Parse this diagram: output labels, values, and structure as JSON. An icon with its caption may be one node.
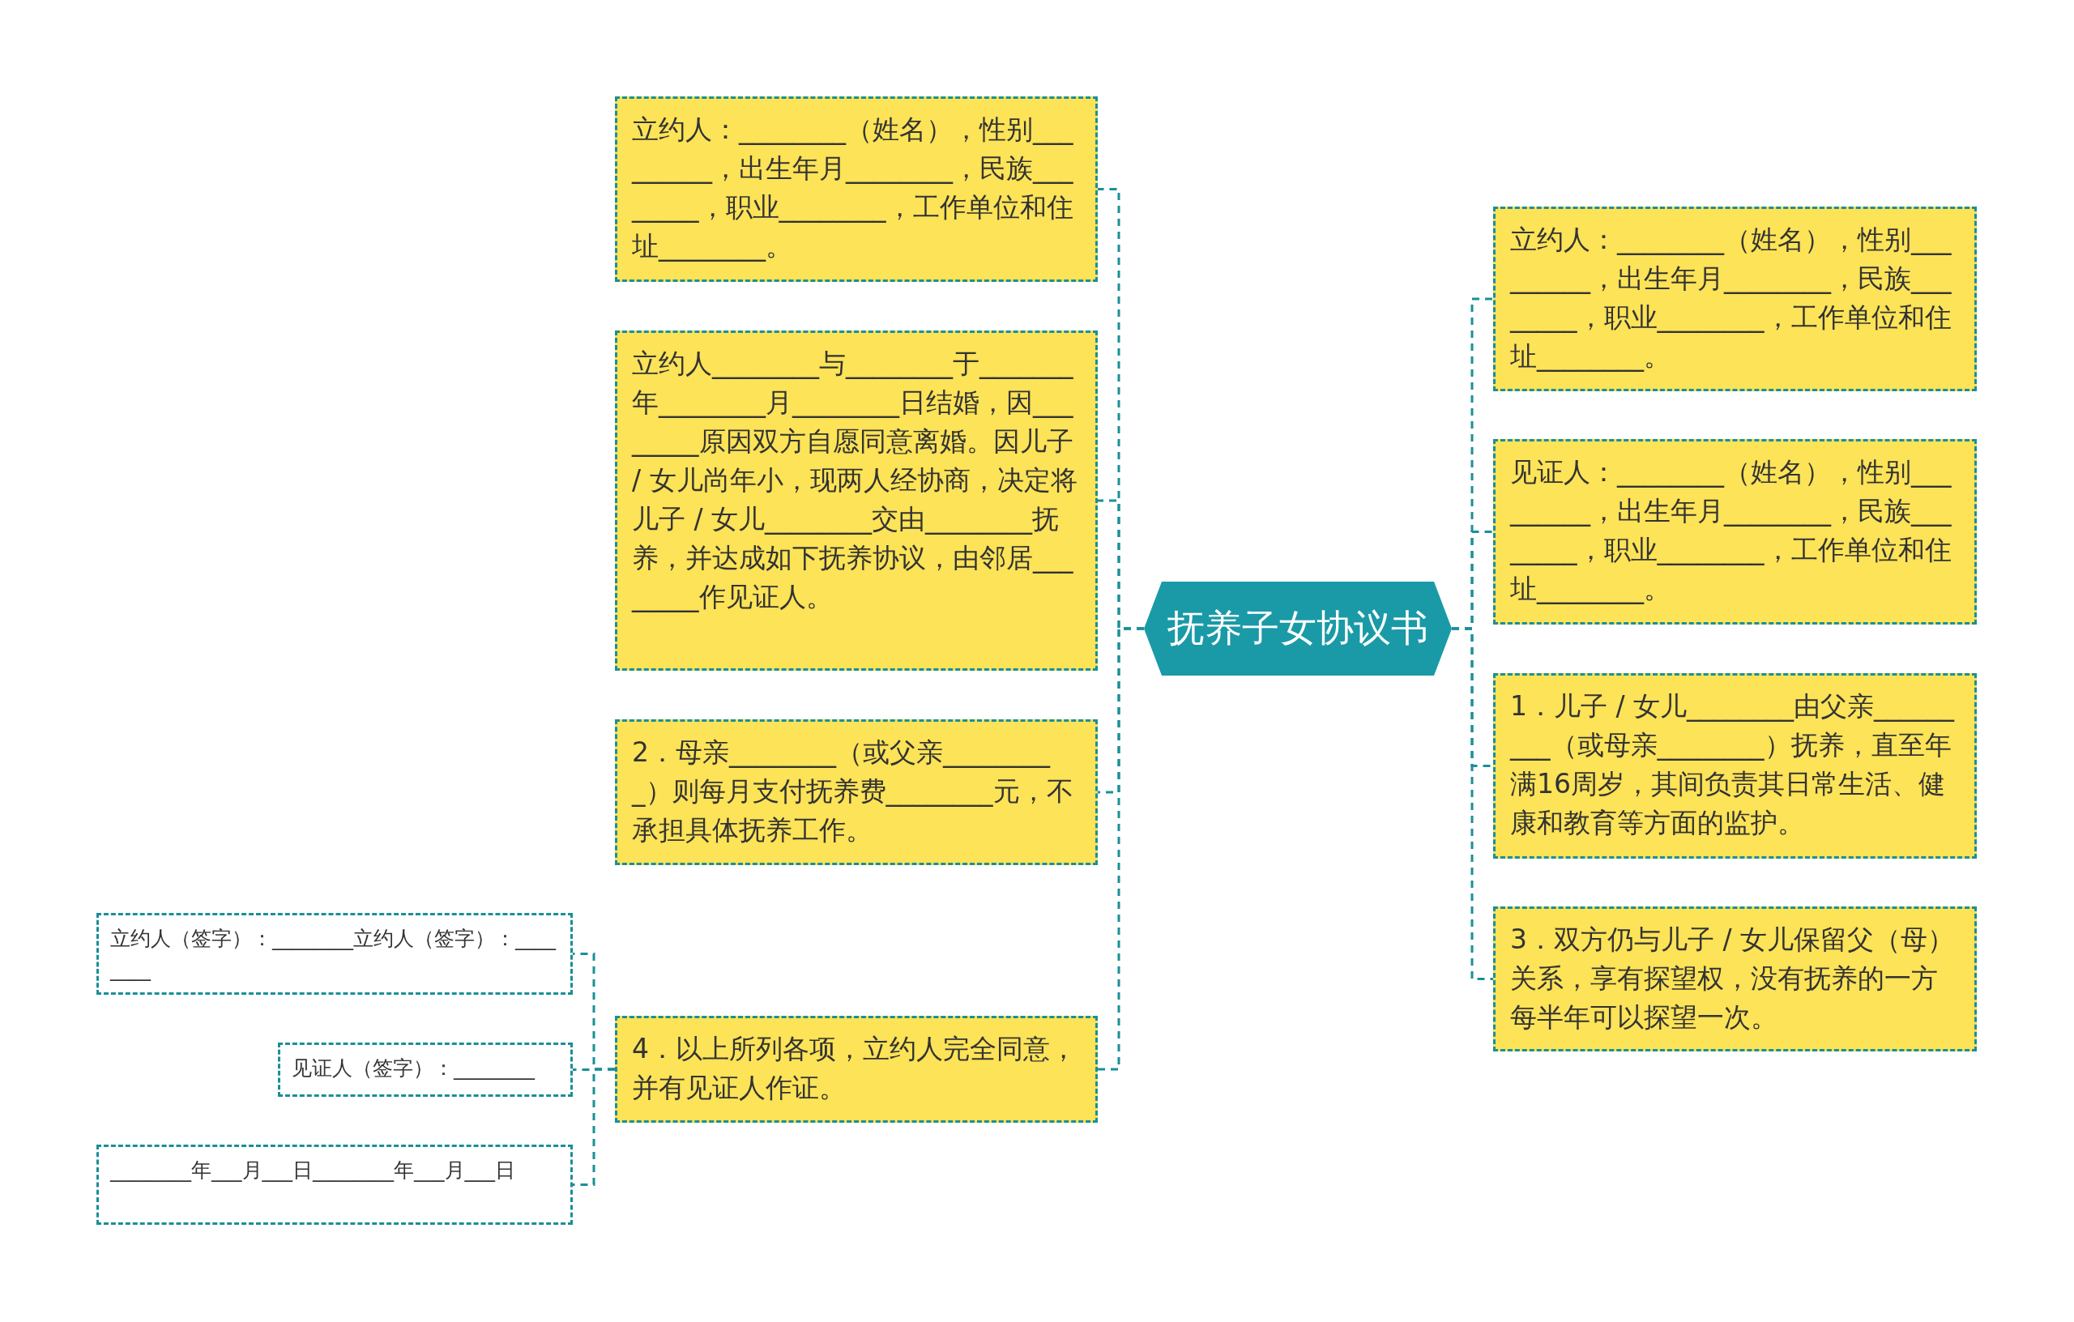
{
  "diagram": {
    "nodes": [
      {
        "text": [
          "抚养子女协议书"
        ]
      },
      {
        "text": [
          "立约人：________（姓名），性别_________，出生年月________，民族________，职业________，工作单位和住址________。"
        ]
      },
      {
        "text": [
          "立约人________与________于_______年________月________日结婚，因________原因双方自愿同意离婚。因儿子 / 女儿尚年小，现两人经协商，决定将儿子 / 女儿________交由________抚养，并达成如下抚养协议，由邻居________作见证人。"
        ]
      },
      {
        "text": [
          "2．母亲________（或父亲_________）则每月支付抚养费________元，不承担具体抚养工作。"
        ]
      },
      {
        "text": [
          "4．以上所列各项，立约人完全同意，并有见证人作证。"
        ]
      },
      {
        "text": [
          "立约人：________（姓名），性别_________，出生年月________，民族________，职业________，工作单位和住址________。"
        ]
      },
      {
        "text": [
          "见证人：________（姓名），性别_________，出生年月________，民族________，职业________，工作单位和住址________。"
        ]
      },
      {
        "text": [
          "1．儿子 / 女儿________由父亲_________（或母亲________）抚养，直至年满16周岁，其间负责其日常生活、健康和教育等方面的监护。"
        ]
      },
      {
        "text": [
          "3．双方仍与儿子 / 女儿保留父（母）关系，享有探望权，没有抚养的一方每半年可以探望一次。"
        ]
      },
      {
        "text": [
          "立约人（签字）：________立约人（签字）：________"
        ]
      },
      {
        "text": [
          "见证人（签字）：________"
        ]
      },
      {
        "text": [
          "________年___月___日________年___月___日"
        ]
      }
    ],
    "edges": [
      {
        "from": 0,
        "to": 1,
        "arrow": "none"
      },
      {
        "from": 0,
        "to": 2,
        "arrow": "none"
      },
      {
        "from": 0,
        "to": 3,
        "arrow": "none"
      },
      {
        "from": 0,
        "to": 4,
        "arrow": "none"
      },
      {
        "from": 0,
        "to": 5,
        "arrow": "none"
      },
      {
        "from": 0,
        "to": 6,
        "arrow": "none"
      },
      {
        "from": 0,
        "to": 7,
        "arrow": "none"
      },
      {
        "from": 0,
        "to": 8,
        "arrow": "none"
      },
      {
        "from": 4,
        "to": 9,
        "arrow": "none"
      },
      {
        "from": 4,
        "to": 10,
        "arrow": "none"
      },
      {
        "from": 4,
        "to": 11,
        "arrow": "none"
      }
    ]
  }
}
